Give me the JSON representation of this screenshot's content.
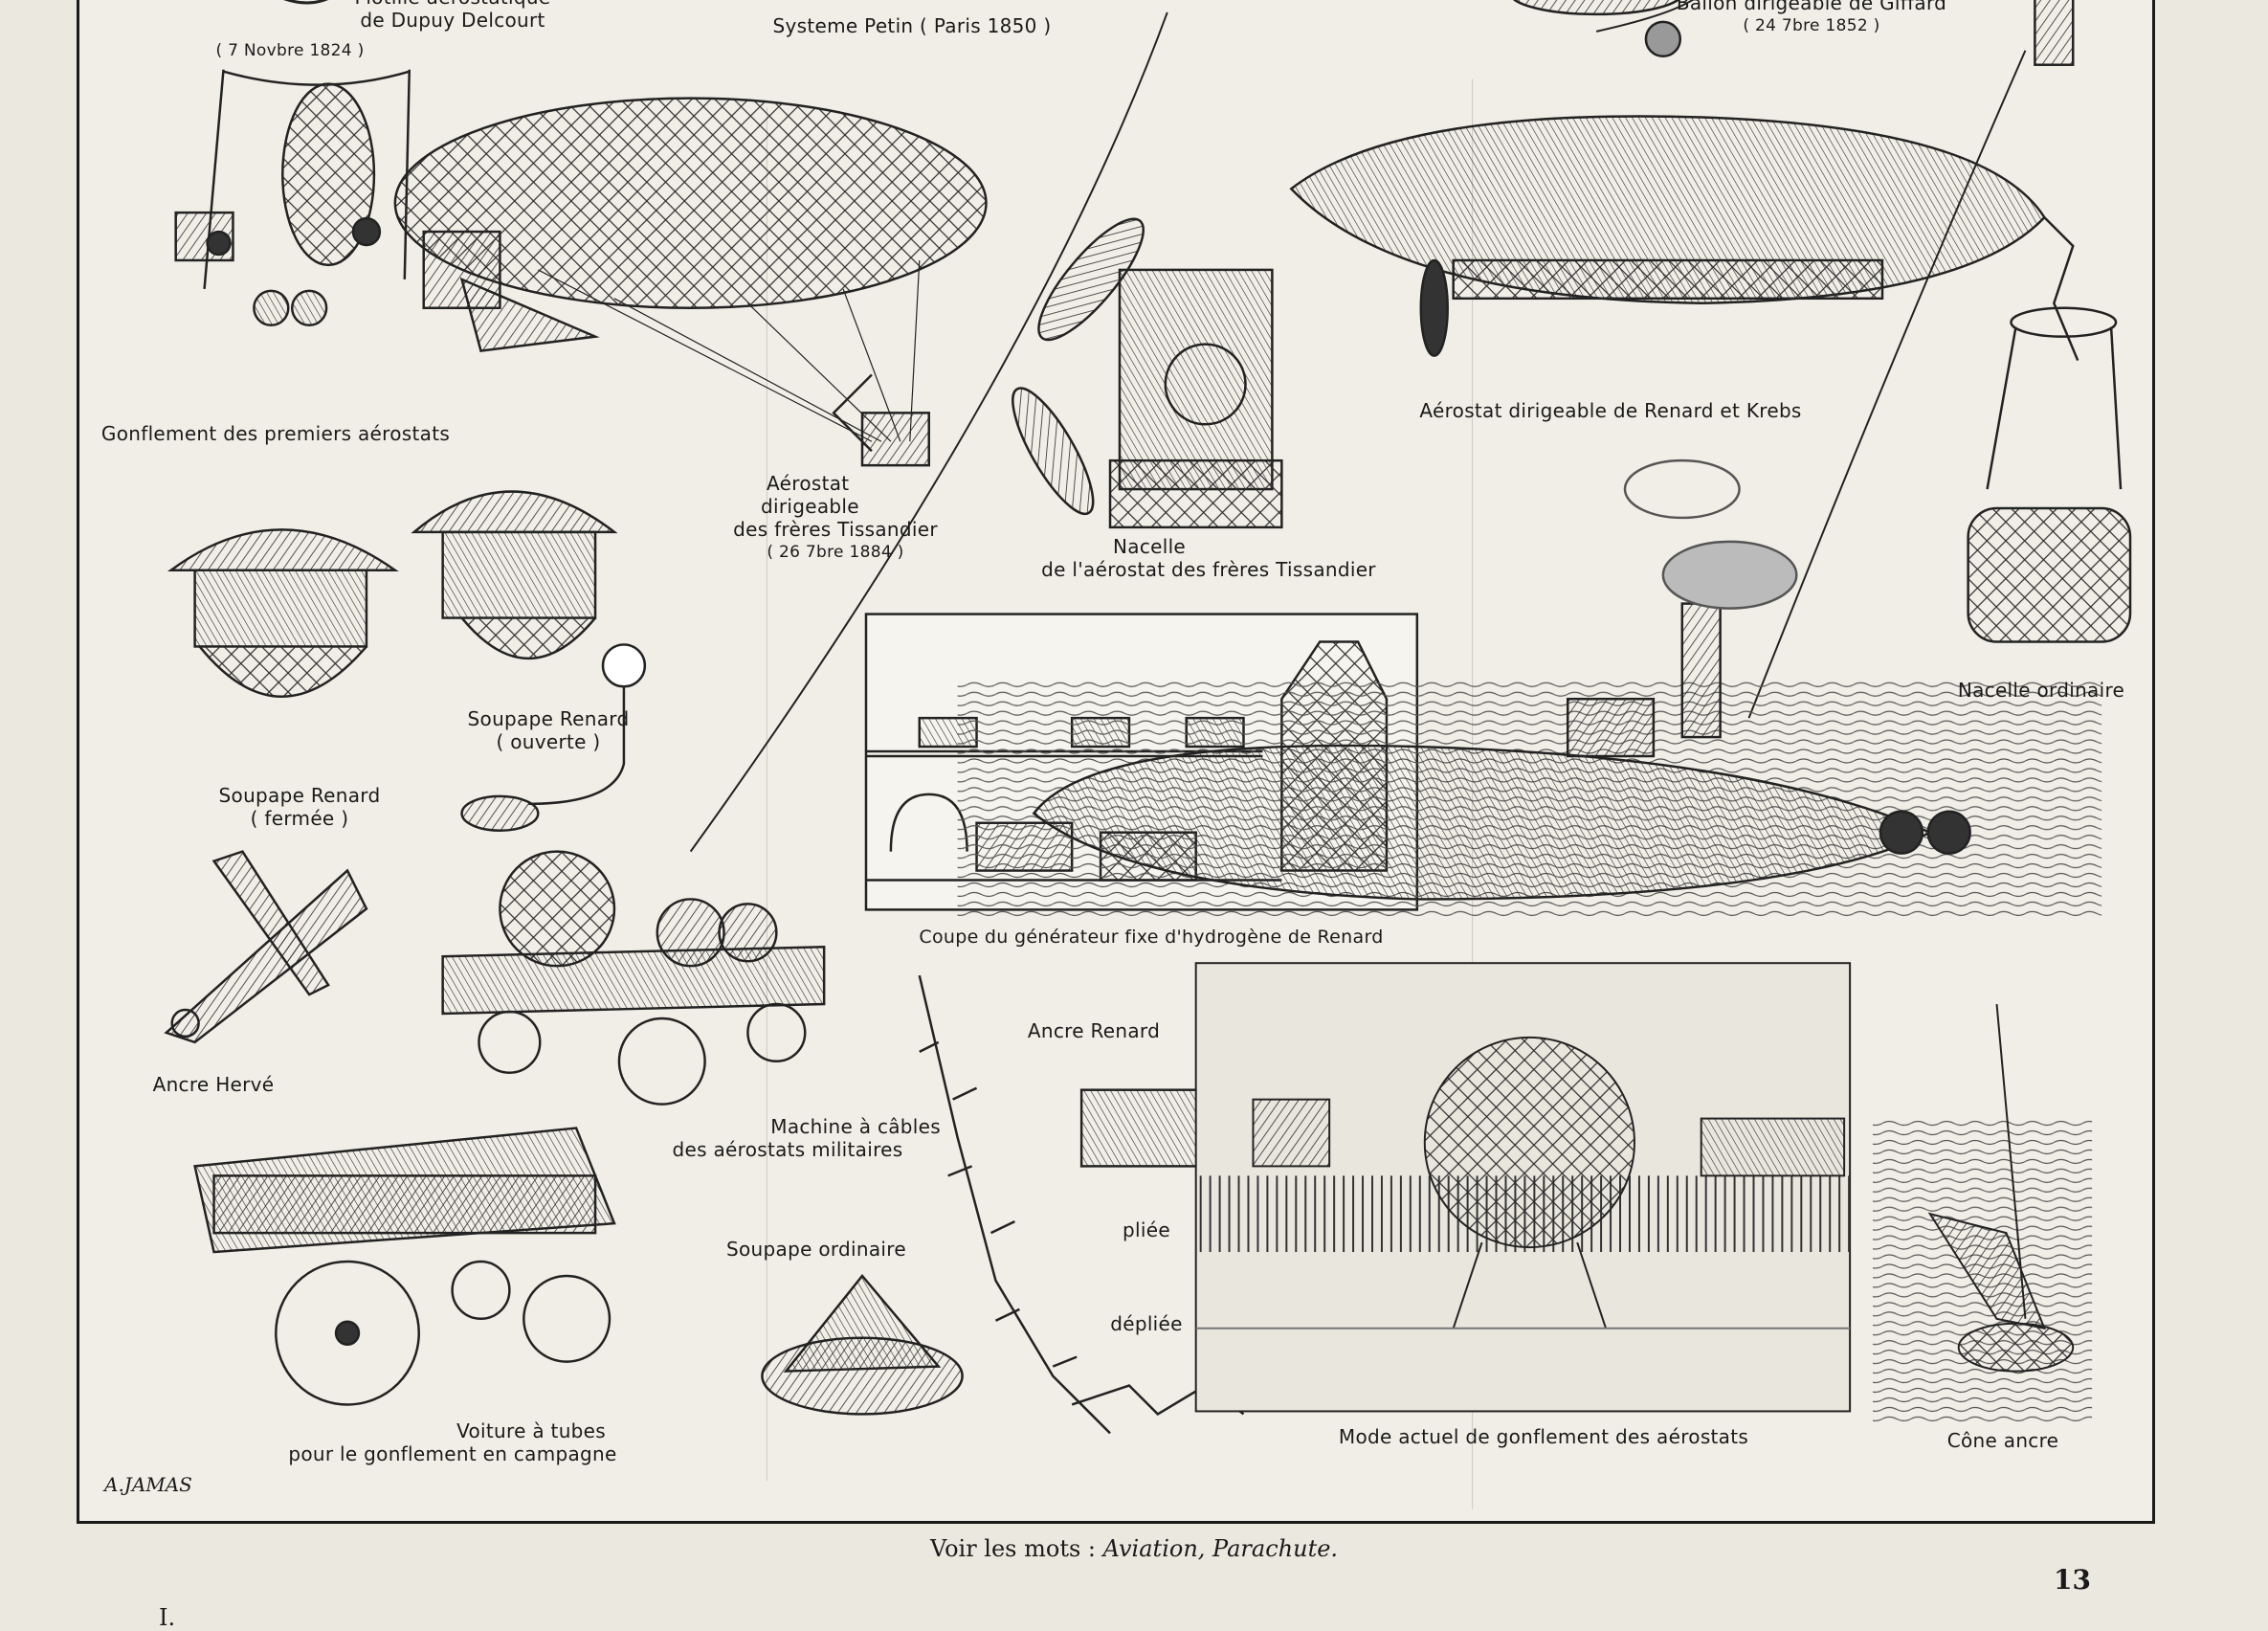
{
  "captions": {
    "flotille_1": "Flotille aérostatique",
    "flotille_2": "de Dupuy Delcourt",
    "flotille_3": "( 7 Novbre 1824 )",
    "petin": "Systeme Petin ( Paris 1850 )",
    "giffard_1": "Ballon dirigeable de Giffard",
    "giffard_2": "( 24 7bre 1852 )",
    "gonflement_premiers": "Gonflement des premiers aérostats",
    "tissandier_1": "Aérostat",
    "tissandier_2": "dirigeable",
    "tissandier_3": "des frères Tissandier",
    "tissandier_4": "( 26 7bre 1884 )",
    "nacelle_tiss_1": "Nacelle",
    "nacelle_tiss_2": "de l'aérostat des frères Tissandier",
    "renard_krebs": "Aérostat dirigeable de Renard et Krebs",
    "nacelle_ordinaire": "Nacelle ordinaire",
    "soupape_ouverte_1": "Soupape Renard",
    "soupape_ouverte_2": "( ouverte )",
    "soupape_fermee_1": "Soupape Renard",
    "soupape_fermee_2": "( fermée )",
    "generateur": "Coupe du générateur fixe d'hydrogène de Renard",
    "ancre_herve": "Ancre Hervé",
    "machine_1": "Machine à câbles",
    "machine_2": "des aérostats militaires",
    "ancre_renard": "Ancre Renard",
    "pliee": "pliée",
    "depliee": "dépliée",
    "soupape_ordinaire": "Soupape ordinaire",
    "voiture_1": "Voiture à tubes",
    "voiture_2": "pour le gonflement en campagne",
    "mode_actuel": "Mode actuel de gonflement des aérostats",
    "cone_ancre": "Cône ancre"
  },
  "signature": "A.JAMAS",
  "footer": {
    "lead": "Voir les mots :",
    "word1": "Aviation,",
    "word2": "Parachute."
  },
  "page_number": "13",
  "stray_mark": "I."
}
